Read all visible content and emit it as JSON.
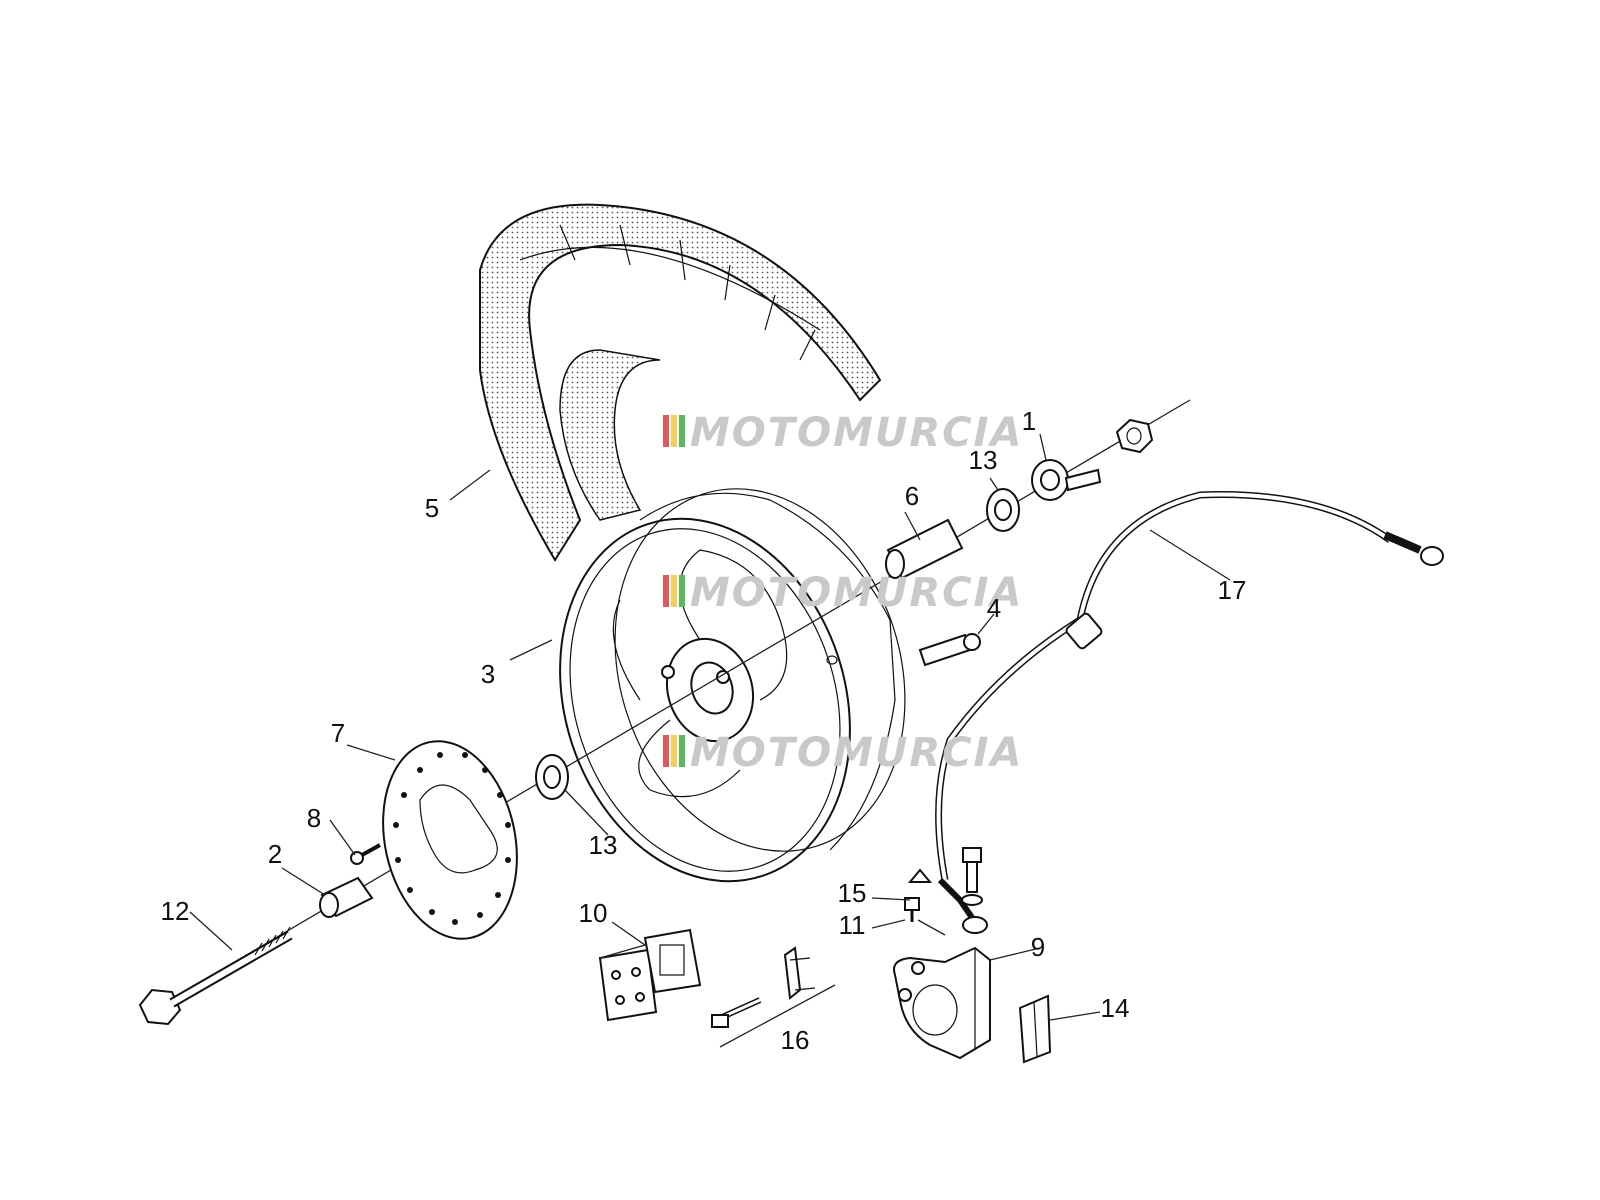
{
  "watermark": {
    "text": "MOTOMURCIA",
    "stripe_colors": [
      "#e05a5a",
      "#f0d060",
      "#5cb85c"
    ]
  },
  "callouts": [
    {
      "id": "1",
      "label": "1"
    },
    {
      "id": "2",
      "label": "2"
    },
    {
      "id": "3",
      "label": "3"
    },
    {
      "id": "4",
      "label": "4"
    },
    {
      "id": "5",
      "label": "5"
    },
    {
      "id": "6",
      "label": "6"
    },
    {
      "id": "7",
      "label": "7"
    },
    {
      "id": "8",
      "label": "8"
    },
    {
      "id": "9",
      "label": "9"
    },
    {
      "id": "10",
      "label": "10"
    },
    {
      "id": "11",
      "label": "11"
    },
    {
      "id": "12",
      "label": "12"
    },
    {
      "id": "13a",
      "label": "13"
    },
    {
      "id": "13b",
      "label": "13"
    },
    {
      "id": "14",
      "label": "14"
    },
    {
      "id": "15",
      "label": "15"
    },
    {
      "id": "16",
      "label": "16"
    },
    {
      "id": "17",
      "label": "17"
    }
  ]
}
